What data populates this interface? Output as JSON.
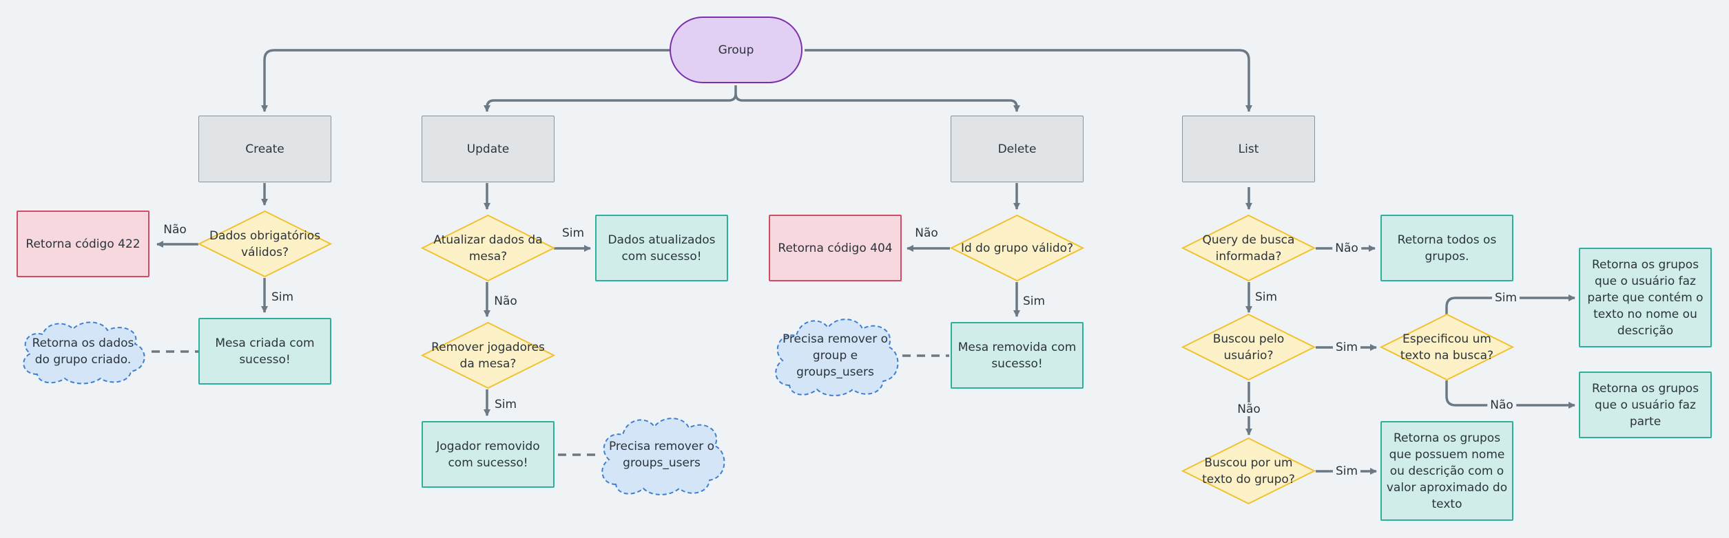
{
  "nodes": {
    "group": "Group",
    "create": "Create",
    "update": "Update",
    "delete": "Delete",
    "list": "List",
    "create_check": "Dados obrigatórios válidos?",
    "create_error": "Retorna código 422",
    "create_success": "Mesa criada com sucesso!",
    "create_note": "Retorna os dados do grupo criado.",
    "update_check": "Atualizar dados da mesa?",
    "update_success": "Dados atualizados com sucesso!",
    "update_remove_check": "Remover jogadores da mesa?",
    "update_remove_success": "Jogador removido com sucesso!",
    "update_note": "Precisa remover o groups_users",
    "delete_check": "Id do grupo válido?",
    "delete_error": "Retorna código 404",
    "delete_success": "Mesa removida com sucesso!",
    "delete_note": "Precisa remover o group e groups_users",
    "list_query_check": "Query de busca informada?",
    "list_all": "Retorna todos os grupos.",
    "list_user_check": "Buscou pelo usuário?",
    "list_text_check": "Especificou um texto na busca?",
    "list_user_text": "Retorna os grupos que o usuário faz parte que contém o texto no nome ou descrição",
    "list_user_only": "Retorna os grupos que o usuário faz parte",
    "list_group_text_check": "Buscou por um texto do grupo?",
    "list_group_text": "Retorna os grupos que possuem nome ou descrição com o valor aproximado do texto"
  },
  "edge_labels": {
    "create_nao": "Não",
    "create_sim": "Sim",
    "update_sim_1": "Sim",
    "update_nao": "Não",
    "update_sim_2": "Sim",
    "delete_nao": "Não",
    "delete_sim": "Sim",
    "list_sim_1": "Sim",
    "list_nao_1": "Não",
    "list_sim_2": "Sim",
    "list_sim_3": "Sim",
    "list_nao_2": "Não",
    "list_nao_3": "Não",
    "list_sim_4": "Sim"
  },
  "colors": {
    "connector": "#6b7985",
    "terminal_fill": "#e2cff4",
    "terminal_border": "#7b2fa8",
    "process_fill": "#e1e4e7",
    "decision_fill": "#fdf1c8",
    "decision_border": "#f2c12e",
    "success_fill": "#d0edea",
    "success_border": "#2fae9c",
    "error_fill": "#f6d8de",
    "error_border": "#d24b66",
    "note_fill": "#d3e5f7",
    "note_border": "#3f7fcf"
  }
}
